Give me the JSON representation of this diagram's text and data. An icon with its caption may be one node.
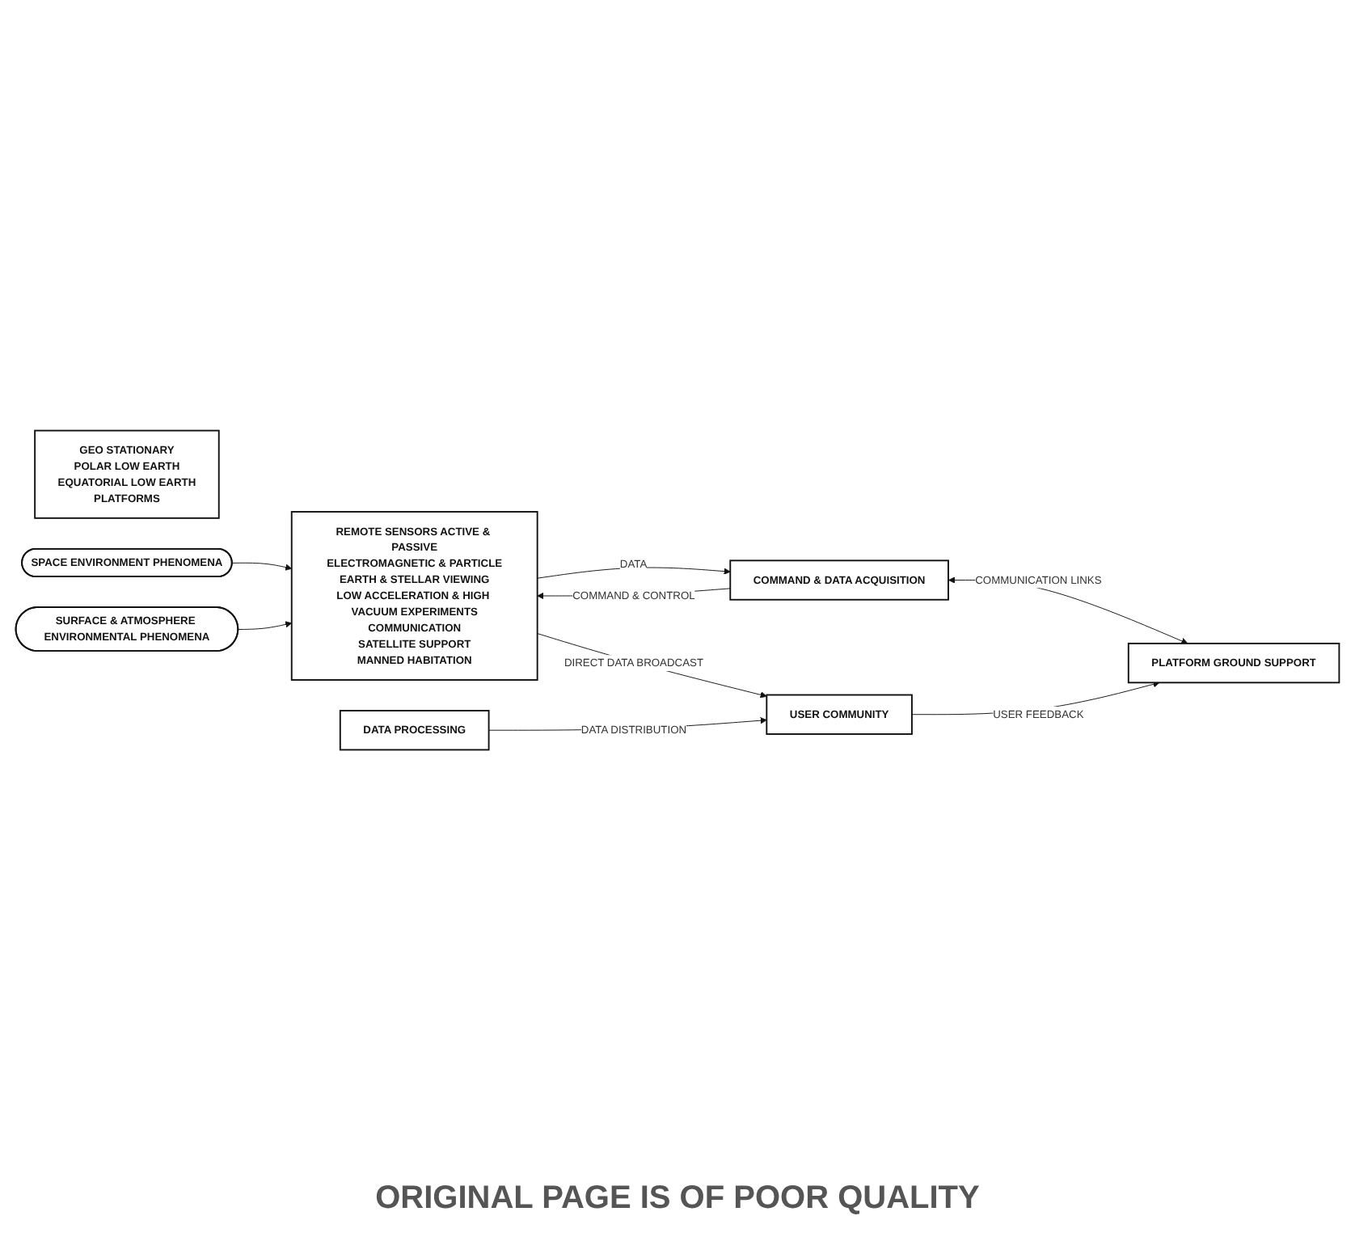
{
  "diagram": {
    "nodes": [
      {
        "text": [
          "GEO STATIONARY",
          "POLAR LOW EARTH",
          "EQUATORIAL LOW EARTH",
          "PLATFORMS"
        ]
      },
      {
        "text": [
          "REMOTE SENSORS ACTIVE & PASSIVE",
          "ELECTROMAGNETIC & PARTICLE",
          "EARTH & STELLAR VIEWING",
          "LOW ACCELERATION & HIGH VACUUM EXPERIMENTS",
          "COMMUNICATION",
          "SATELLITE SUPPORT",
          "MANNED HABITATION"
        ]
      },
      {
        "text": [
          "SPACE ENVIRONMENT PHENOMENA"
        ]
      },
      {
        "text": [
          "SURFACE & ATMOSPHERE ENVIRONMENTAL PHENOMENA"
        ]
      },
      {
        "text": [
          "COMMAND & DATA ACQUISITION"
        ]
      },
      {
        "text": [
          "PLATFORM GROUND SUPPORT"
        ]
      },
      {
        "text": [
          "DATA PROCESSING"
        ]
      },
      {
        "text": [
          "USER COMMUNITY"
        ]
      }
    ],
    "edges": [
      {
        "from": 2,
        "to": 1,
        "arrow": "to"
      },
      {
        "from": 3,
        "to": 1,
        "arrow": "to"
      },
      {
        "from": 1,
        "to": 4,
        "arrow": "to",
        "label": "DATA"
      },
      {
        "from": 4,
        "to": 1,
        "arrow": "to",
        "label": "COMMAND & CONTROL"
      },
      {
        "from": 1,
        "to": 7,
        "arrow": "to",
        "label": "DIRECT DATA BROADCAST"
      },
      {
        "from": 4,
        "to": 5,
        "arrow": "both",
        "label": "COMMUNICATION LINKS"
      },
      {
        "from": 7,
        "to": 5,
        "arrow": "to",
        "label": "USER FEEDBACK"
      },
      {
        "from": 6,
        "to": 7,
        "arrow": "to",
        "label": "DATA DISTRIBUTION"
      }
    ],
    "labels": [
      "ORIGINAL PAGE IS OF POOR QUALITY"
    ]
  }
}
